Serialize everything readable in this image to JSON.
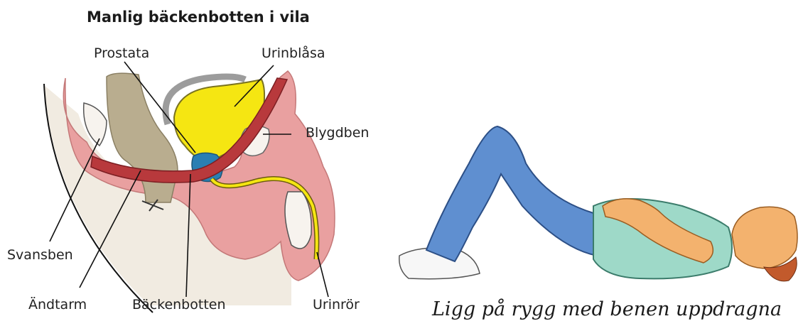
{
  "diagram": {
    "title": "Manlig bäckenbotten i vila",
    "labels": {
      "prostata": "Prostata",
      "urinblasa": "Urinblåsa",
      "blygdben": "Blygdben",
      "svansben": "Svansben",
      "andtarm": "Ändtarm",
      "backenbotten": "Bäckenbotten",
      "urinror": "Urinrör"
    },
    "colors": {
      "tissue": "#e9a0a0",
      "rectum": "#b9ad8f",
      "bladder": "#f5e612",
      "muscle": "#b8393c",
      "prostate": "#2a7fb3",
      "bone": "#f4efe8",
      "background_area": "#f1ebe1"
    }
  },
  "illustration": {
    "caption": "Ligg på rygg med benen uppdragna",
    "colors": {
      "jeans": "#5f8fd0",
      "shirt": "#9ed9c8",
      "skin": "#f3b26e",
      "hair": "#c25a2c"
    }
  }
}
